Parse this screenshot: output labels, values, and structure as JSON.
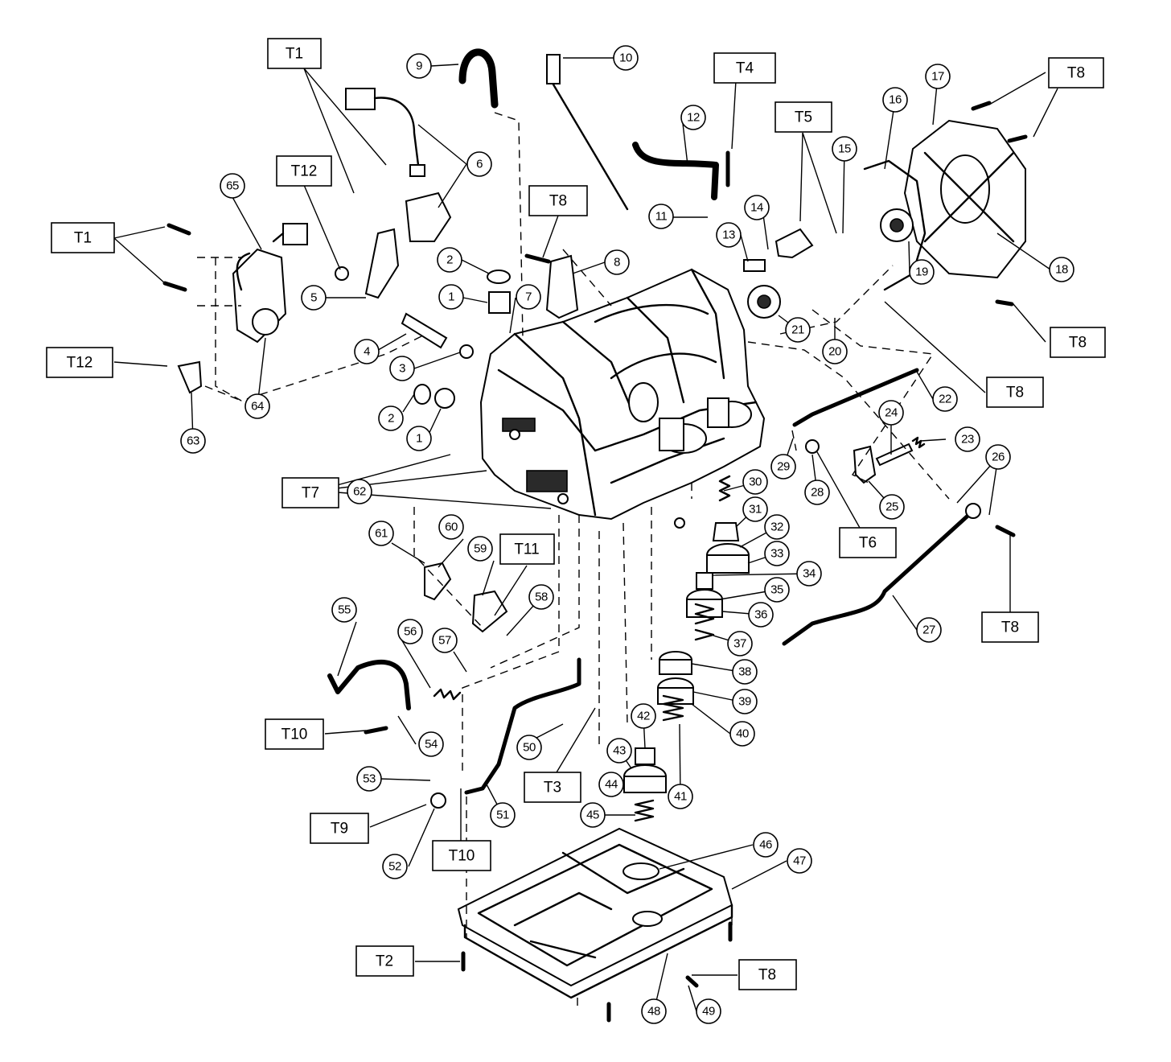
{
  "callouts": [
    {
      "label": "1"
    },
    {
      "label": "1"
    },
    {
      "label": "2"
    },
    {
      "label": "2"
    },
    {
      "label": "3"
    },
    {
      "label": "4"
    },
    {
      "label": "5"
    },
    {
      "label": "6"
    },
    {
      "label": "7"
    },
    {
      "label": "8"
    },
    {
      "label": "9"
    },
    {
      "label": "10"
    },
    {
      "label": "11"
    },
    {
      "label": "12"
    },
    {
      "label": "13"
    },
    {
      "label": "14"
    },
    {
      "label": "15"
    },
    {
      "label": "16"
    },
    {
      "label": "17"
    },
    {
      "label": "18"
    },
    {
      "label": "19"
    },
    {
      "label": "20"
    },
    {
      "label": "21"
    },
    {
      "label": "22"
    },
    {
      "label": "23"
    },
    {
      "label": "24"
    },
    {
      "label": "25"
    },
    {
      "label": "26"
    },
    {
      "label": "27"
    },
    {
      "label": "28"
    },
    {
      "label": "29"
    },
    {
      "label": "30"
    },
    {
      "label": "31"
    },
    {
      "label": "32"
    },
    {
      "label": "33"
    },
    {
      "label": "34"
    },
    {
      "label": "35"
    },
    {
      "label": "36"
    },
    {
      "label": "37"
    },
    {
      "label": "38"
    },
    {
      "label": "39"
    },
    {
      "label": "40"
    },
    {
      "label": "41"
    },
    {
      "label": "42"
    },
    {
      "label": "43"
    },
    {
      "label": "44"
    },
    {
      "label": "45"
    },
    {
      "label": "46"
    },
    {
      "label": "47"
    },
    {
      "label": "48"
    },
    {
      "label": "49"
    },
    {
      "label": "50"
    },
    {
      "label": "51"
    },
    {
      "label": "52"
    },
    {
      "label": "53"
    },
    {
      "label": "54"
    },
    {
      "label": "55"
    },
    {
      "label": "56"
    },
    {
      "label": "57"
    },
    {
      "label": "58"
    },
    {
      "label": "59"
    },
    {
      "label": "60"
    },
    {
      "label": "61"
    },
    {
      "label": "62"
    },
    {
      "label": "63"
    },
    {
      "label": "64"
    },
    {
      "label": "65"
    }
  ],
  "torque_labels": [
    {
      "label": "T1"
    },
    {
      "label": "T1"
    },
    {
      "label": "T12"
    },
    {
      "label": "T12"
    },
    {
      "label": "T8"
    },
    {
      "label": "T4"
    },
    {
      "label": "T5"
    },
    {
      "label": "T8"
    },
    {
      "label": "T8"
    },
    {
      "label": "T8"
    },
    {
      "label": "T7"
    },
    {
      "label": "T11"
    },
    {
      "label": "T6"
    },
    {
      "label": "T8"
    },
    {
      "label": "T10"
    },
    {
      "label": "T3"
    },
    {
      "label": "T9"
    },
    {
      "label": "T10"
    },
    {
      "label": "T2"
    },
    {
      "label": "T8"
    }
  ]
}
